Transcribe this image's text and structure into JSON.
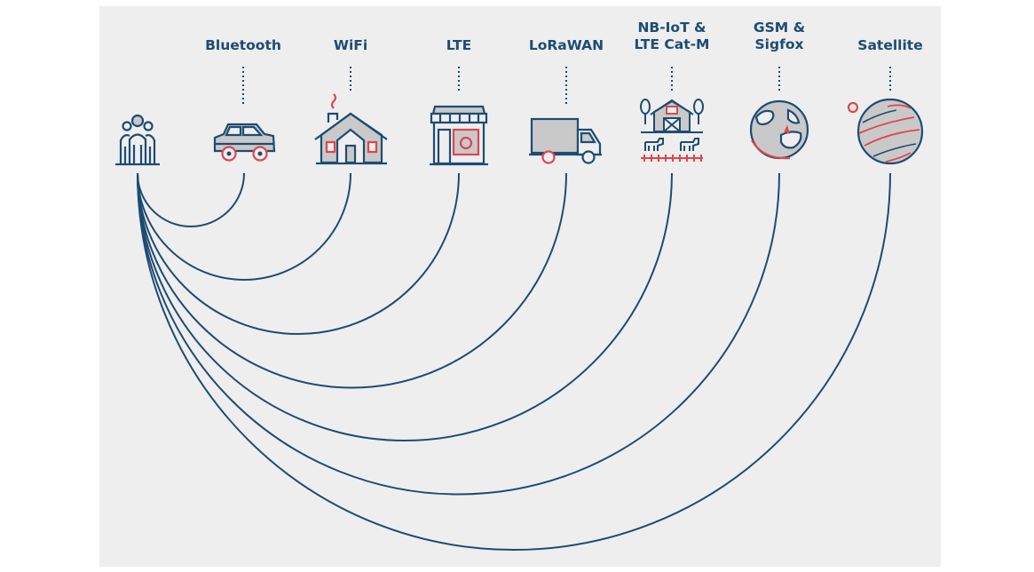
{
  "colors": {
    "navy": "#1e4b74",
    "coral": "#e0464b",
    "gray": "#c9c9c9",
    "background": "#eeeeee"
  },
  "technologies": [
    {
      "lines": [
        "Bluetooth"
      ],
      "icon": "car-icon"
    },
    {
      "lines": [
        "WiFi"
      ],
      "icon": "house-icon"
    },
    {
      "lines": [
        "LTE"
      ],
      "icon": "storefront-icon"
    },
    {
      "lines": [
        "LoRaWAN"
      ],
      "icon": "delivery-truck-icon"
    },
    {
      "lines": [
        "NB-IoT &",
        "LTE Cat-M"
      ],
      "icon": "farm-icon"
    },
    {
      "lines": [
        "GSM &",
        "Sigfox"
      ],
      "icon": "globe-icon"
    },
    {
      "lines": [
        "Satellite"
      ],
      "icon": "planet-icon"
    }
  ],
  "origin": {
    "icon": "people-group-icon"
  }
}
